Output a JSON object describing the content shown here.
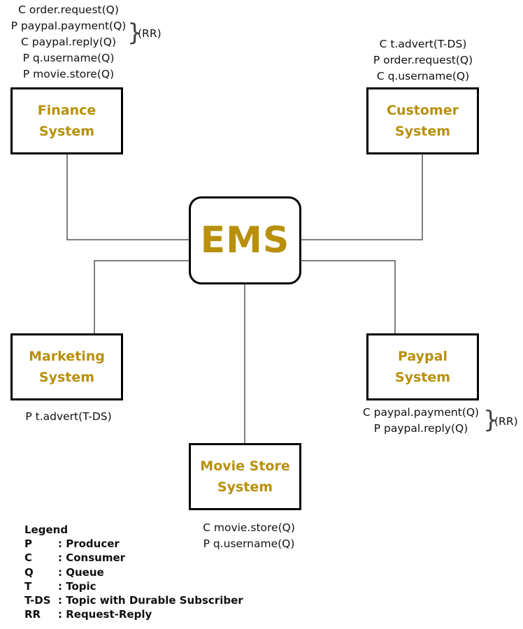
{
  "hub": {
    "label": "EMS"
  },
  "systems": {
    "finance": {
      "title_line1": "Finance",
      "title_line2": "System",
      "messages": [
        "C order.request(Q)",
        "P paypal.payment(Q)",
        "C paypal.reply(Q)",
        "P q.username(Q)",
        "P movie.store(Q)"
      ],
      "rr_label": "(RR)"
    },
    "customer": {
      "title_line1": "Customer",
      "title_line2": "System",
      "messages": [
        "C t.advert(T-DS)",
        "P order.request(Q)",
        "C q.username(Q)"
      ]
    },
    "marketing": {
      "title_line1": "Marketing",
      "title_line2": "System",
      "messages": [
        "P t.advert(T-DS)"
      ]
    },
    "paypal": {
      "title_line1": "Paypal",
      "title_line2": "System",
      "messages": [
        "C paypal.payment(Q)",
        "P paypal.reply(Q)"
      ],
      "rr_label": "(RR)"
    },
    "movie_store": {
      "title_line1": "Movie Store",
      "title_line2": "System",
      "messages": [
        "C movie.store(Q)",
        "P q.username(Q)"
      ]
    }
  },
  "legend": {
    "title": "Legend",
    "items": [
      {
        "abbr": "P",
        "desc": ": Producer"
      },
      {
        "abbr": "C",
        "desc": ": Consumer"
      },
      {
        "abbr": "Q",
        "desc": ": Queue"
      },
      {
        "abbr": "T",
        "desc": ": Topic"
      },
      {
        "abbr": "T-DS",
        "desc": ": Topic with Durable Subscriber"
      },
      {
        "abbr": "RR",
        "desc": ": Request-Reply"
      }
    ]
  }
}
